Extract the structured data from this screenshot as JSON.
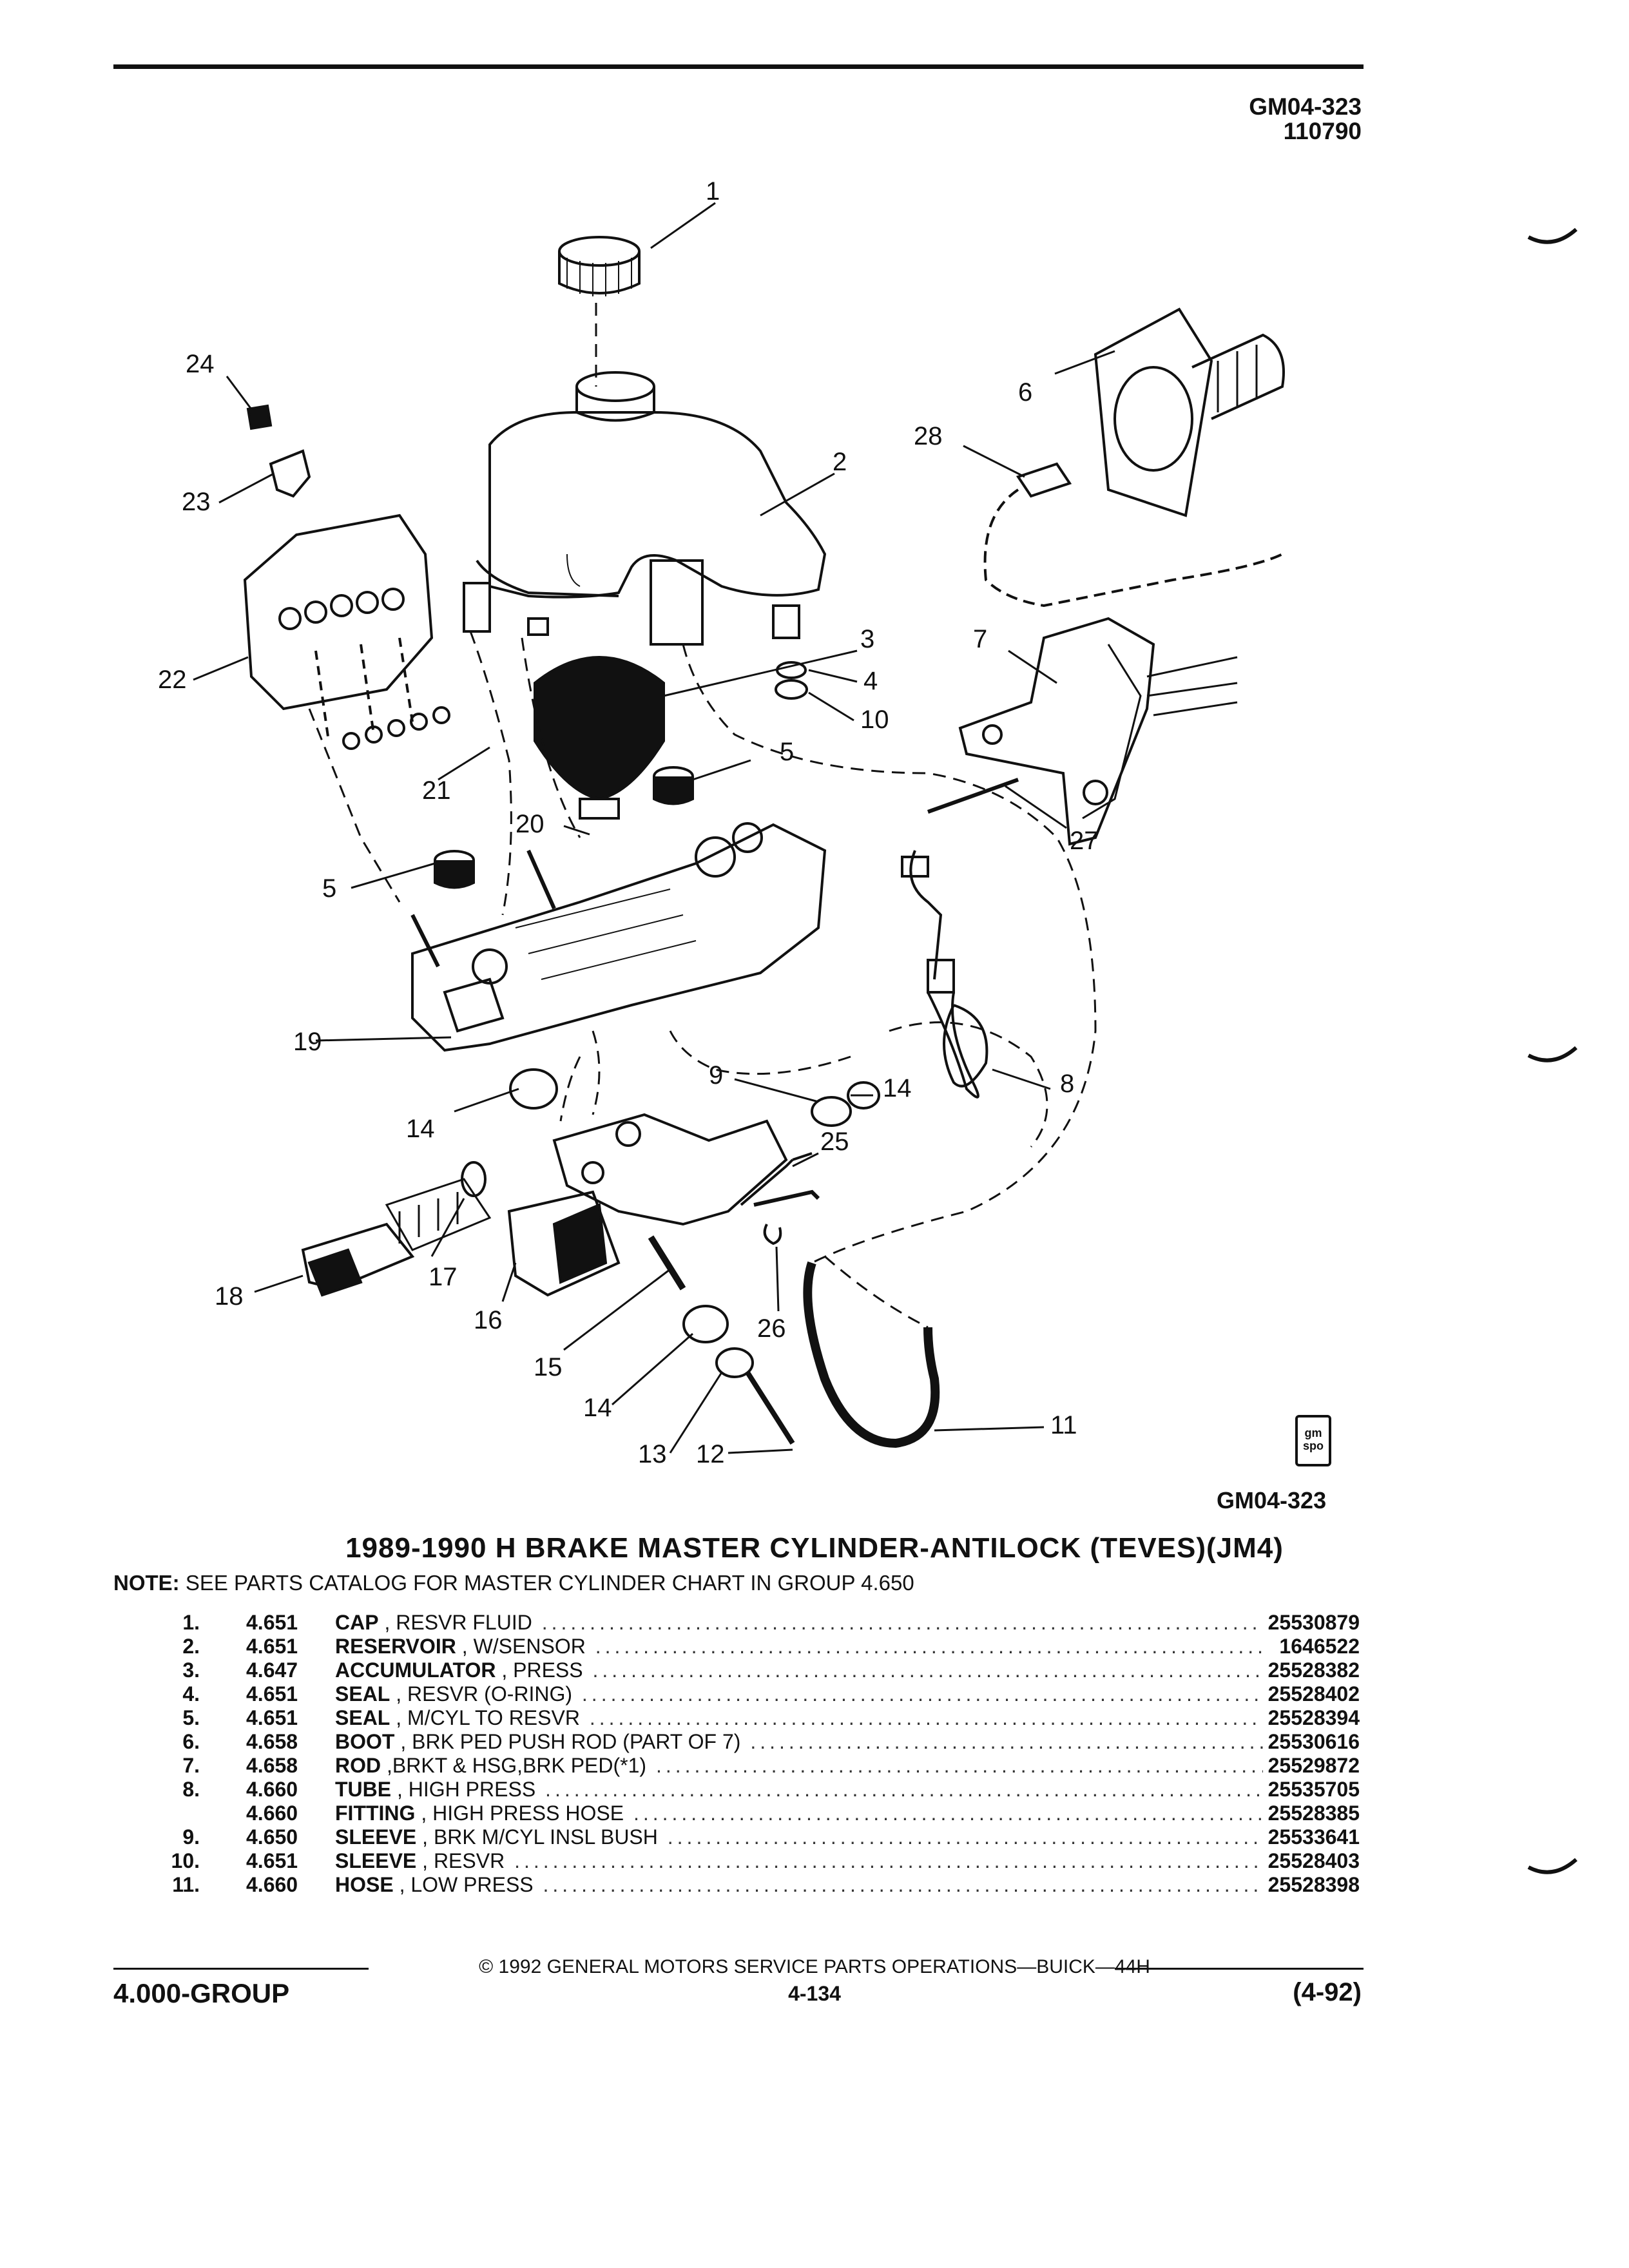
{
  "header": {
    "code": "GM04-323",
    "subcode": "110790"
  },
  "diagram": {
    "callouts": [
      "1",
      "2",
      "3",
      "4",
      "5",
      "5",
      "6",
      "7",
      "8",
      "9",
      "10",
      "11",
      "12",
      "13",
      "14",
      "14",
      "14",
      "15",
      "16",
      "17",
      "18",
      "19",
      "20",
      "21",
      "22",
      "23",
      "24",
      "25",
      "26",
      "27",
      "28"
    ],
    "figure_code": "GM04-323",
    "logo_text": "gm spo"
  },
  "title": "1989-1990 H BRAKE MASTER CYLINDER-ANTILOCK (TEVES)(JM4)",
  "note": {
    "label": "NOTE:",
    "text": "SEE PARTS CATALOG FOR MASTER CYLINDER CHART IN GROUP 4.650"
  },
  "parts": [
    {
      "num": "1.",
      "group": "4.651",
      "name": "CAP",
      "desc": ", RESVR FLUID",
      "part": "25530879"
    },
    {
      "num": "2.",
      "group": "4.651",
      "name": "RESERVOIR",
      "desc": ", W/SENSOR",
      "part": "1646522"
    },
    {
      "num": "3.",
      "group": "4.647",
      "name": "ACCUMULATOR",
      "desc": ", PRESS",
      "part": "25528382"
    },
    {
      "num": "4.",
      "group": "4.651",
      "name": "SEAL",
      "desc": ", RESVR (O-RING)",
      "part": "25528402"
    },
    {
      "num": "5.",
      "group": "4.651",
      "name": "SEAL",
      "desc": ", M/CYL TO RESVR",
      "part": "25528394"
    },
    {
      "num": "6.",
      "group": "4.658",
      "name": "BOOT",
      "desc": ", BRK PED PUSH ROD (PART OF 7)",
      "part": "25530616"
    },
    {
      "num": "7.",
      "group": "4.658",
      "name": "ROD",
      "desc": ",BRKT & HSG,BRK PED(*1)",
      "part": "25529872"
    },
    {
      "num": "8.",
      "group": "4.660",
      "name": "TUBE",
      "desc": ", HIGH PRESS",
      "part": "25535705"
    },
    {
      "num": "",
      "group": "4.660",
      "name": "FITTING",
      "desc": ", HIGH PRESS HOSE",
      "part": "25528385"
    },
    {
      "num": "9.",
      "group": "4.650",
      "name": "SLEEVE",
      "desc": ", BRK M/CYL INSL BUSH",
      "part": "25533641"
    },
    {
      "num": "10.",
      "group": "4.651",
      "name": "SLEEVE",
      "desc": ", RESVR",
      "part": "25528403"
    },
    {
      "num": "11.",
      "group": "4.660",
      "name": "HOSE",
      "desc": ", LOW PRESS",
      "part": "25528398"
    }
  ],
  "footer": {
    "copyright": "© 1992 GENERAL MOTORS SERVICE PARTS OPERATIONS—BUICK—44H",
    "group": "4.000-GROUP",
    "page": "4-134",
    "date": "(4-92)"
  }
}
